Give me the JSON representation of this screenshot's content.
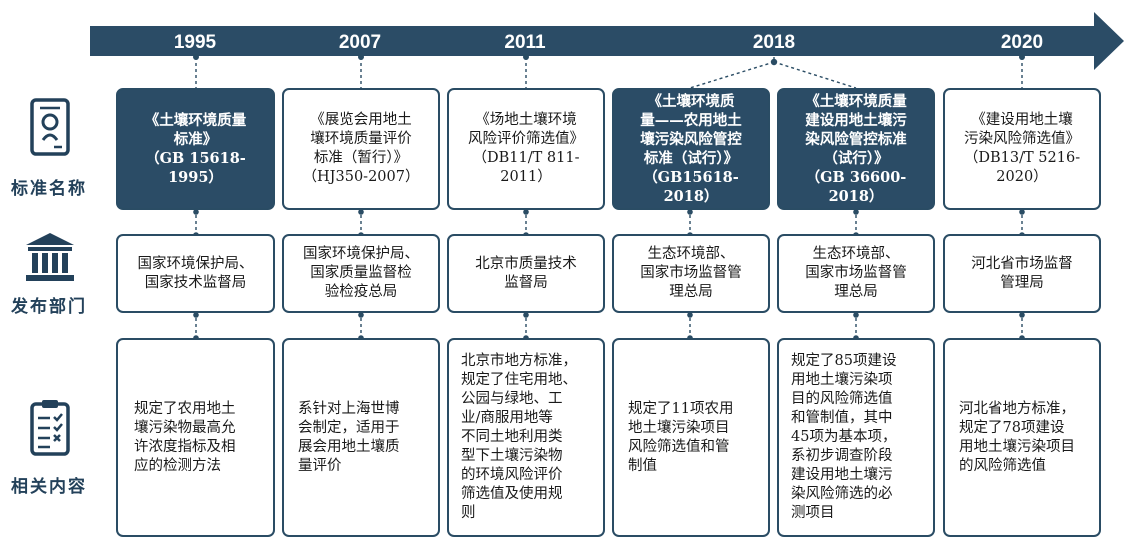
{
  "years": [
    "1995",
    "2007",
    "2011",
    "2018",
    "2020"
  ],
  "row_labels": {
    "standard": "标准名称",
    "issuer": "发布部门",
    "content": "相关内容"
  },
  "icons": {
    "standard": "certificate-document-icon",
    "issuer": "government-building-icon",
    "content": "checklist-clipboard-icon"
  },
  "colors": {
    "primary": "#2b4c66",
    "border": "#2a4c64",
    "text": "#1a1a1a"
  },
  "columns": [
    {
      "standard": "《土壤环境质量\n标准》\n（GB 15618-1995）",
      "standard_highlight": true,
      "issuer": "国家环境保护局、\n国家技术监督局",
      "content": "规定了农用地土\n壤污染物最高允\n许浓度指标及相\n应的检测方法"
    },
    {
      "standard": "《展览会用地土\n壤环境质量评价\n标准（暂行）》\n（HJ350-2007）",
      "standard_highlight": false,
      "issuer": "国家环境保护局、\n国家质量监督检\n验检疫总局",
      "content": "系针对上海世博\n会制定，适用于\n展会用地土壤质\n量评价"
    },
    {
      "standard": "《场地土壤环境\n风险评价筛选值》\n（DB11/T 811-\n2011）",
      "standard_highlight": false,
      "issuer": "北京市质量技术\n监督局",
      "content": "北京市地方标准，\n规定了住宅用地、\n公园与绿地、工\n业/商服用地等\n不同土地利用类\n型下土壤污染物\n的环境风险评价\n筛选值及使用规\n则"
    },
    {
      "standard": "《土壤环境质\n量——农用地土\n壤污染风险管控\n标准（试行）》\n（GB15618-2018）",
      "standard_highlight": true,
      "issuer": "生态环境部、\n国家市场监督管\n理总局",
      "content": "规定了11项农用\n地土壤污染项目\n风险筛选值和管\n制值"
    },
    {
      "standard": "《土壤环境质量\n建设用地土壤污\n染风险管控标准\n（试行）》\n（GB 36600-2018）",
      "standard_highlight": true,
      "issuer": "生态环境部、\n国家市场监督管\n理总局",
      "content": "规定了85项建设\n用地土壤污染项\n目的风险筛选值\n和管制值，其中\n45项为基本项，\n系初步调查阶段\n建设用地土壤污\n染风险筛选的必\n测项目"
    },
    {
      "standard": "《建设用地土壤\n污染风险筛选值》\n（DB13/T 5216-\n2020）",
      "standard_highlight": false,
      "issuer": "河北省市场监督\n管理局",
      "content": "河北省地方标准，\n规定了78项建设\n用地土壤污染项目\n的风险筛选值"
    }
  ]
}
